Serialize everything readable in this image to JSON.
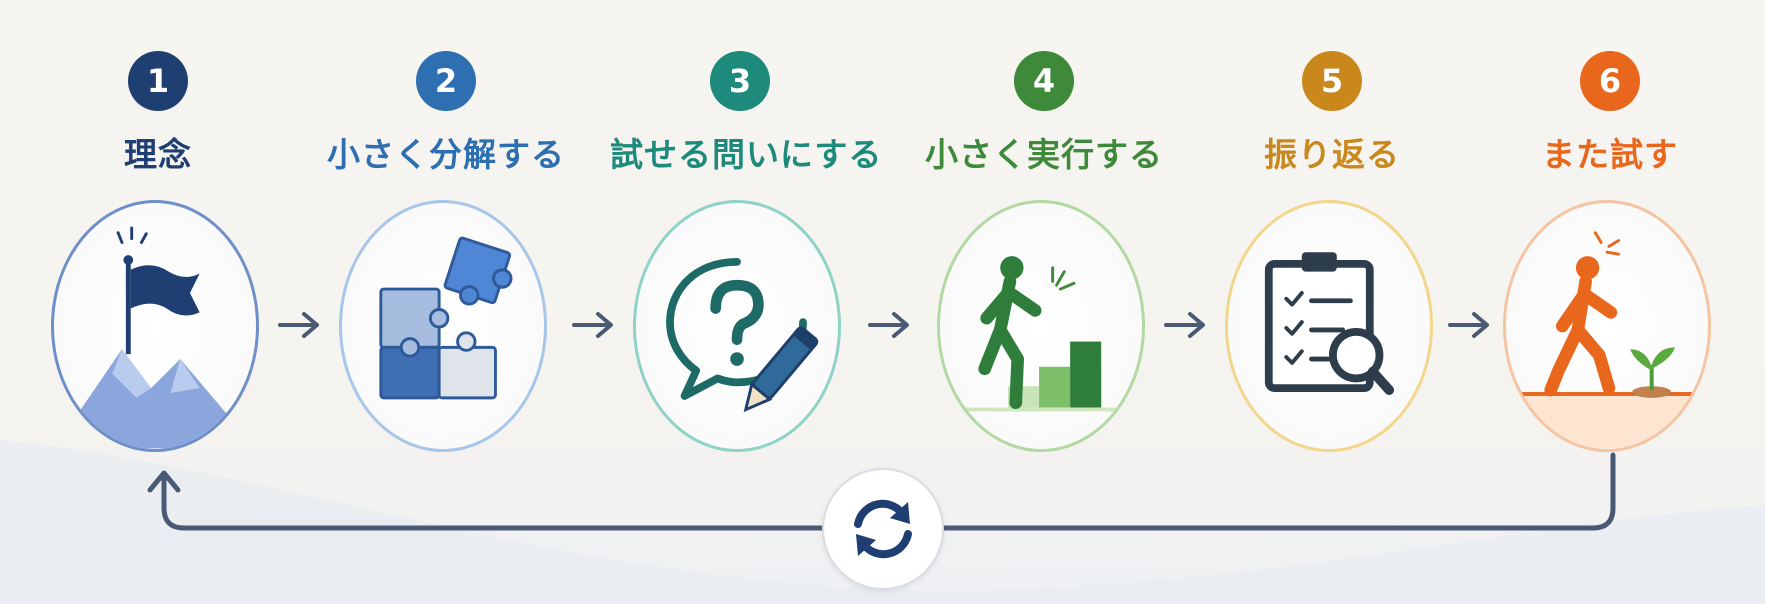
{
  "steps": [
    {
      "number": "1",
      "label": "理念",
      "color": "#1f3f72",
      "ring": "#6f8fc8",
      "icon": "flag-on-mountain-icon"
    },
    {
      "number": "2",
      "label": "小さく分解する",
      "color": "#2e6fb2",
      "ring": "#a8c6ea",
      "icon": "puzzle-pieces-icon"
    },
    {
      "number": "3",
      "label": "試せる問いにする",
      "color": "#1e8a7c",
      "ring": "#8fd3c6",
      "icon": "question-bubble-pencil-icon"
    },
    {
      "number": "4",
      "label": "小さく実行する",
      "color": "#3e8a3a",
      "ring": "#b2d9a2",
      "icon": "person-climbing-steps-icon"
    },
    {
      "number": "5",
      "label": "振り返る",
      "color": "#c9871c",
      "ring": "#f3d68c",
      "icon": "clipboard-magnifier-icon"
    },
    {
      "number": "6",
      "label": "また試す",
      "color": "#e8671c",
      "ring": "#f4c4a3",
      "icon": "person-walking-sprout-icon"
    }
  ],
  "arrow_color": "#4a5a74",
  "loop": {
    "icon": "cycle-arrows-icon",
    "color": "#1f3f72"
  }
}
